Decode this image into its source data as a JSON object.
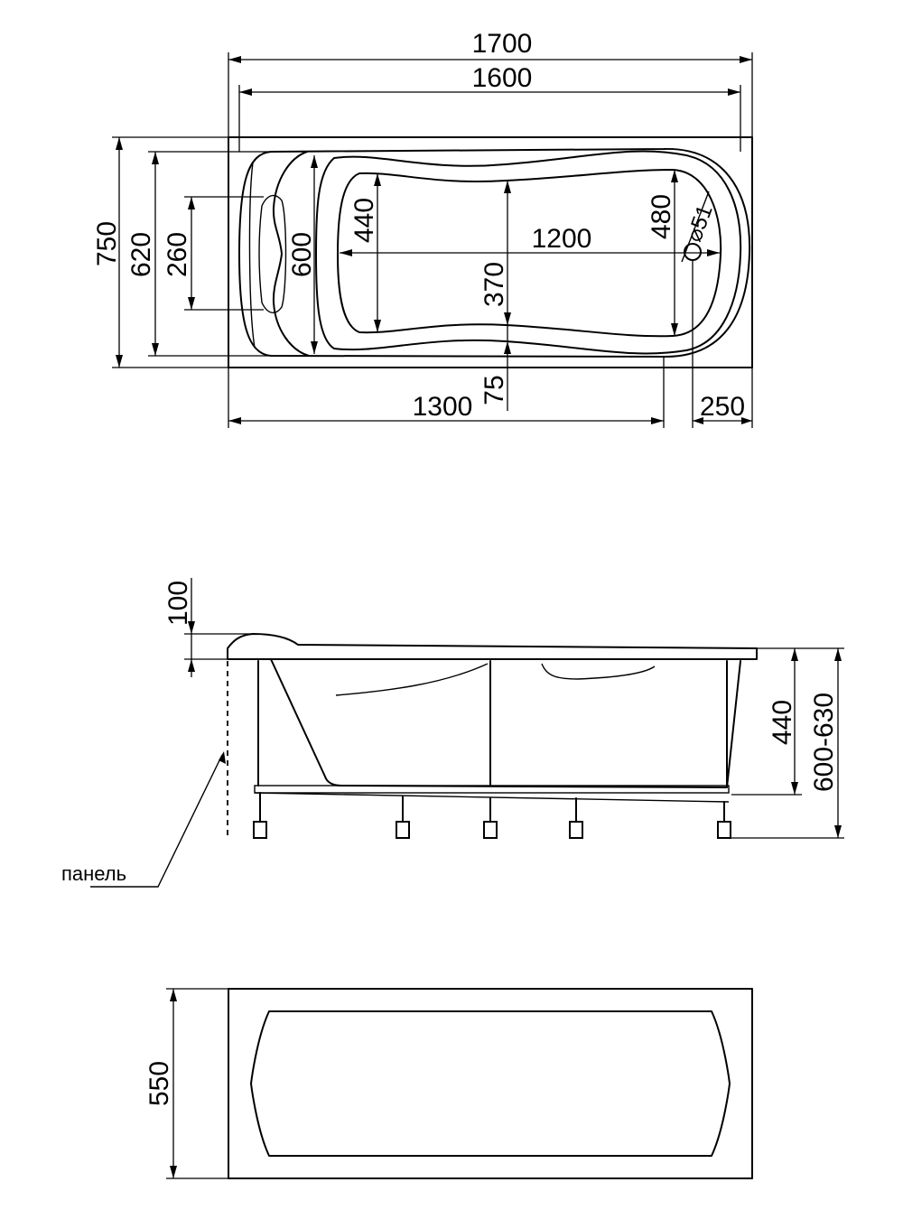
{
  "top_view": {
    "overall_length": "1700",
    "inner_length": "1600",
    "overall_width": "750",
    "inner_width": "620",
    "headrest_width": "260",
    "rim_width": "600",
    "bottom_width_head": "440",
    "bottom_length": "1200",
    "bottom_width_mid": "370",
    "bottom_width_foot": "480",
    "drain_diameter": "⌀51",
    "drain_offset": "75",
    "drain_position": "1300",
    "drain_from_end": "250"
  },
  "side_view": {
    "headrest_height": "100",
    "bottom_depth": "440",
    "total_height": "600-630",
    "panel_label": "панель"
  },
  "panel_view": {
    "panel_height": "550"
  }
}
